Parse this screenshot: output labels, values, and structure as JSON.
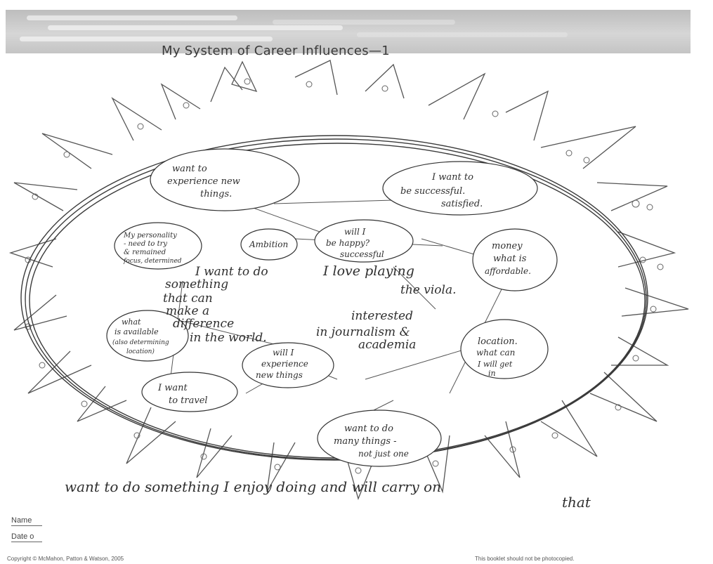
{
  "header": {
    "title": "My System of Career Influences—1"
  },
  "bubbles": {
    "experience_new_things": [
      "want to",
      "experience new",
      "things."
    ],
    "successful": [
      "I want to",
      "be successful.",
      "satisfied."
    ],
    "personality": [
      "My personality",
      "- need to try",
      "& remained",
      "focus, determined"
    ],
    "ambition": [
      "Ambition"
    ],
    "happy_successful": [
      "will I",
      "be happy?",
      "successful"
    ],
    "money": [
      "money",
      "what is",
      "affordable."
    ],
    "available": [
      "what",
      "is available",
      "(also determining",
      "location)"
    ],
    "location": [
      "location.",
      "what can",
      "I will get",
      "in"
    ],
    "will_experience": [
      "will I",
      "experience",
      "new things"
    ],
    "travel": [
      "I want",
      "to travel"
    ],
    "many_things": [
      "want to do",
      "many things -",
      "not just one"
    ]
  },
  "center_text": {
    "make_difference": [
      "I want to do",
      "something",
      "that can",
      "make a",
      "difference",
      "in the world."
    ],
    "viola": [
      "I love playing",
      "the viola."
    ],
    "interested": [
      "interested",
      "in journalism &",
      "academia"
    ]
  },
  "bottom_notes": {
    "line1": "want to do something I enjoy doing and will carry on",
    "line2": "that"
  },
  "form": {
    "name_label": "Name",
    "date_label": "Date o"
  },
  "footer": {
    "copyright": "Copyright © McMahon, Patton & Watson, 2005",
    "notice": "This booklet should not be photocopied."
  }
}
